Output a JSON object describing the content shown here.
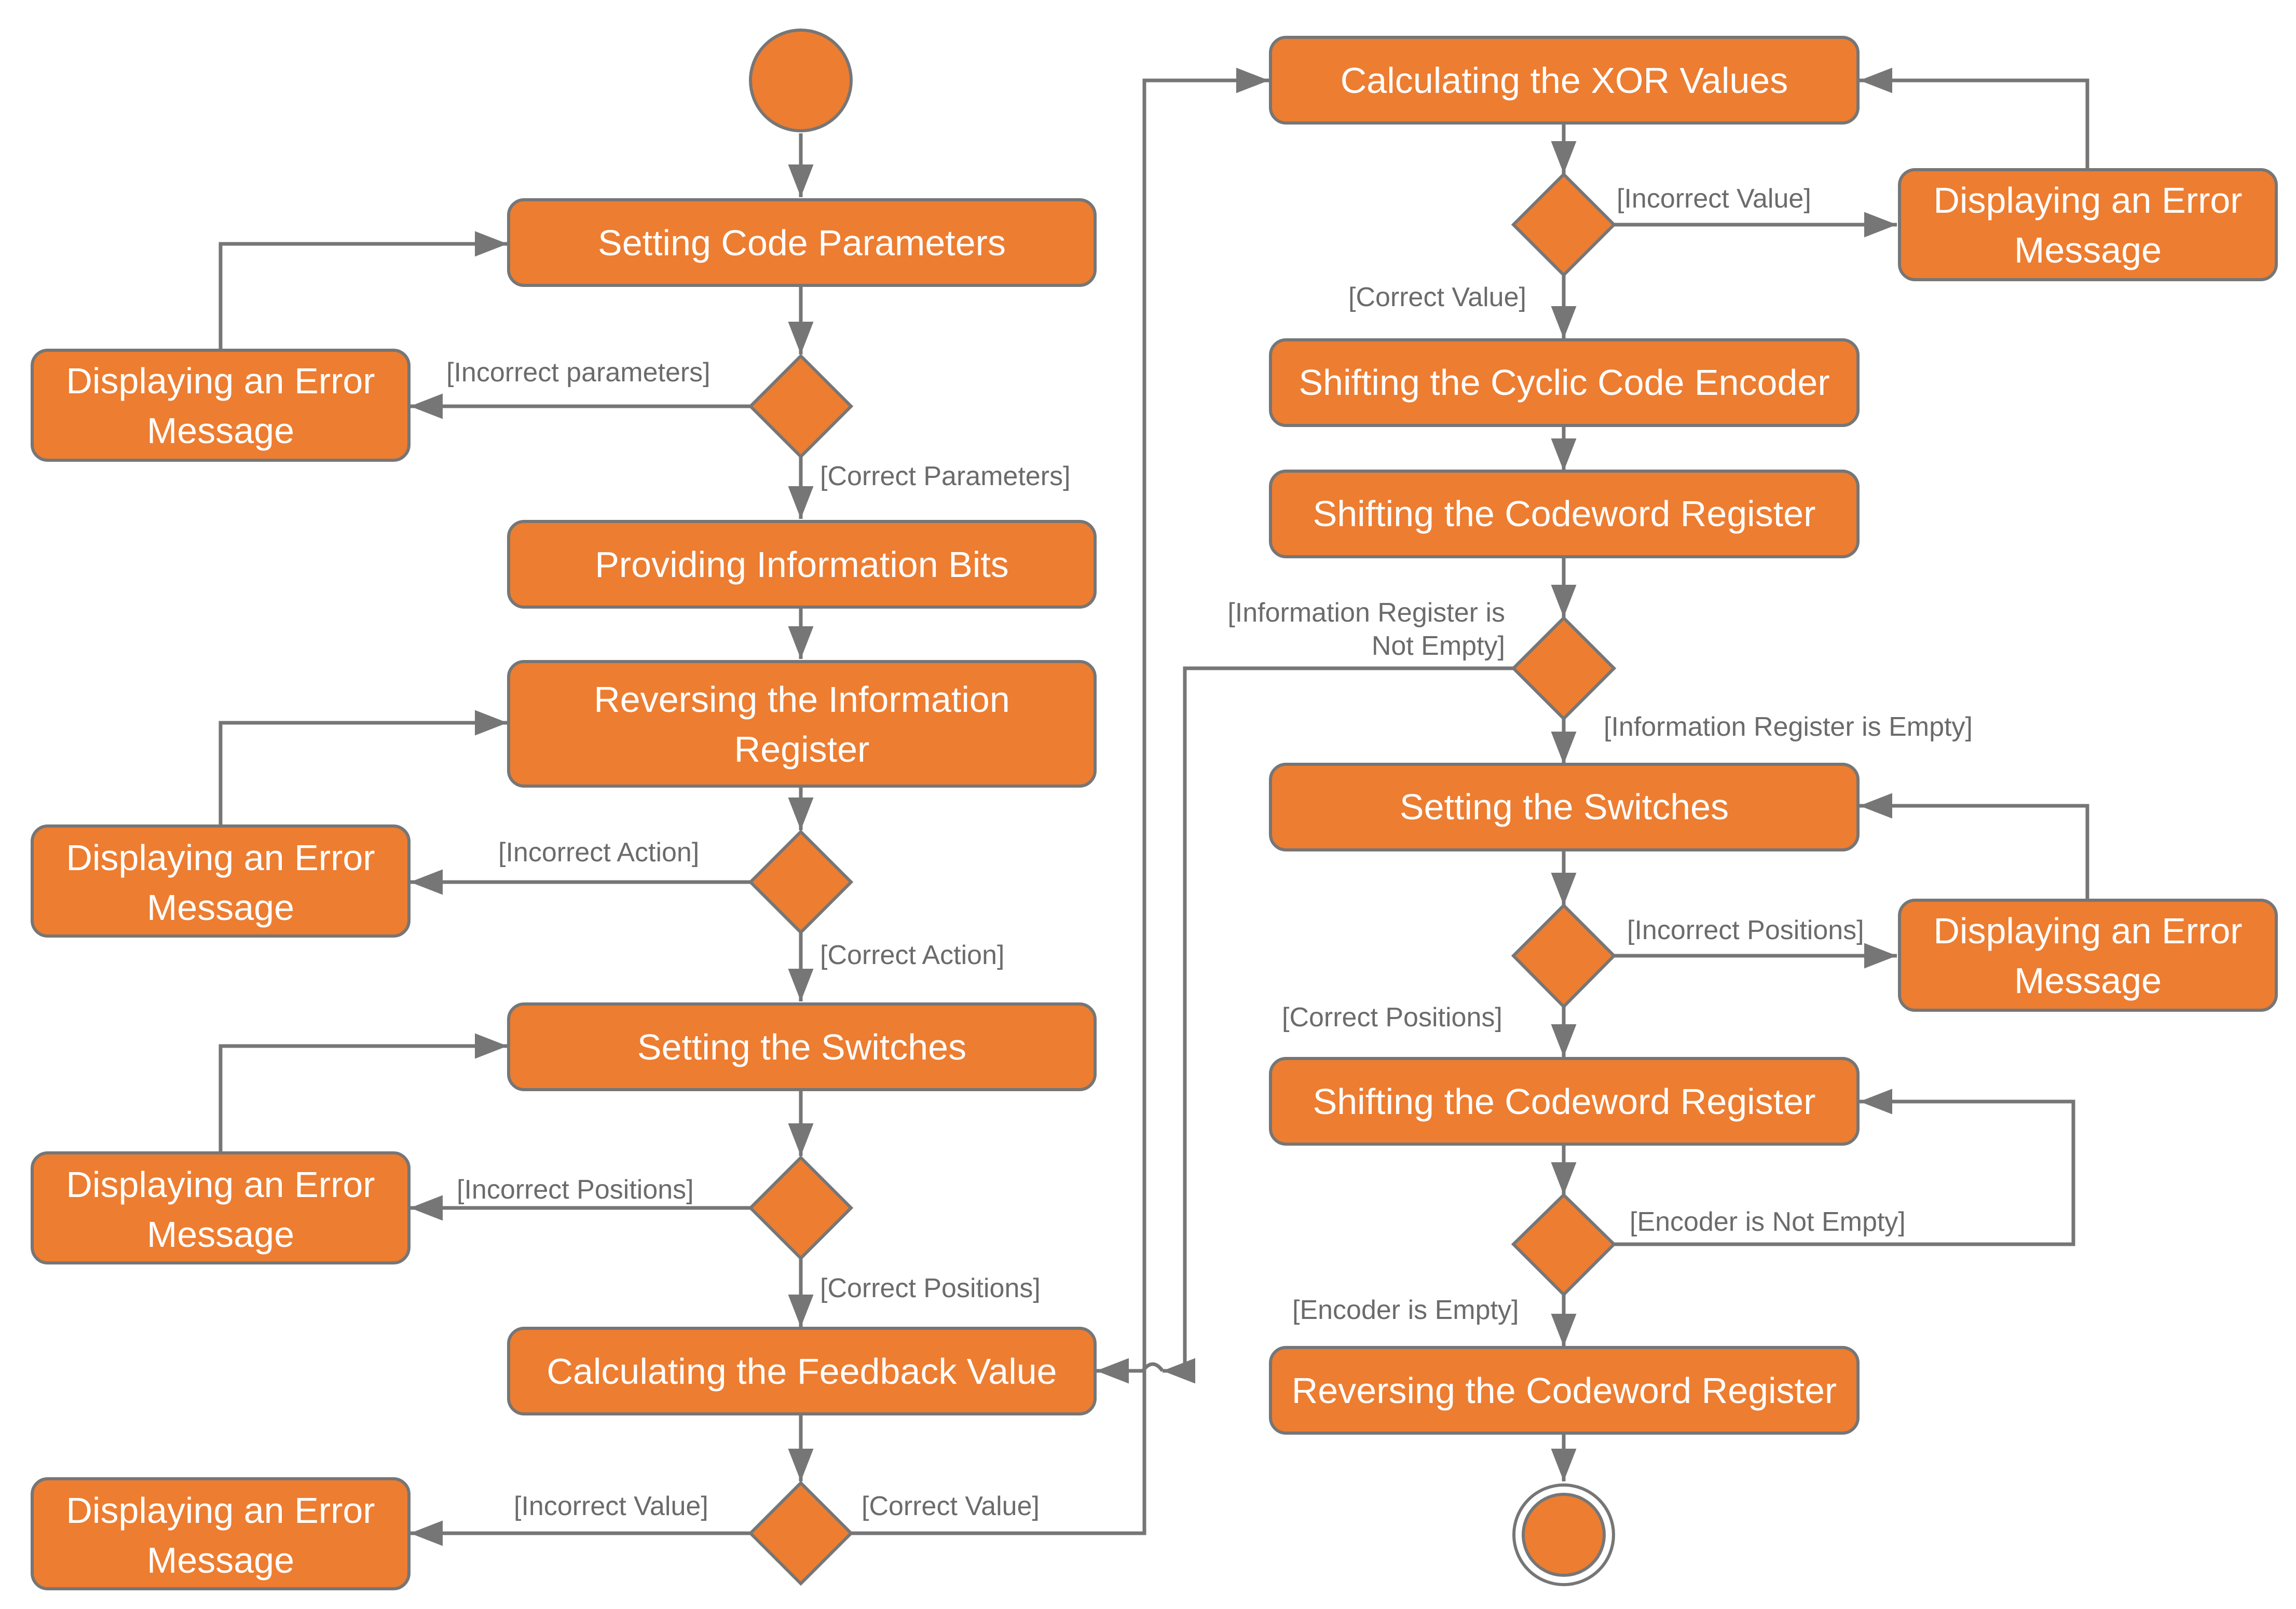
{
  "colors": {
    "node_fill": "#ed7d31",
    "stroke": "#767676",
    "guard_text": "#6b6b6b",
    "background": "#ffffff"
  },
  "nodes": {
    "setting_code_parameters": "Setting Code Parameters",
    "error_1": [
      "Displaying an Error",
      "Message"
    ],
    "providing_information_bits": "Providing Information Bits",
    "reversing_information_register": [
      "Reversing the Information",
      "Register"
    ],
    "error_2": [
      "Displaying an Error",
      "Message"
    ],
    "setting_switches_1": "Setting the Switches",
    "error_3": [
      "Displaying an Error",
      "Message"
    ],
    "calculating_feedback_value": "Calculating the Feedback Value",
    "error_4": [
      "Displaying an Error",
      "Message"
    ],
    "calculating_xor_values": "Calculating the XOR Values",
    "error_5": [
      "Displaying an Error",
      "Message"
    ],
    "shifting_cyclic_code_encoder": "Shifting the Cyclic Code Encoder",
    "shifting_codeword_register_1": "Shifting the Codeword Register",
    "setting_switches_2": "Setting the Switches",
    "error_6": [
      "Displaying an Error",
      "Message"
    ],
    "shifting_codeword_register_2": "Shifting the Codeword Register",
    "reversing_codeword_register": "Reversing the Codeword Register"
  },
  "guards": {
    "incorrect_parameters": "[Incorrect parameters]",
    "correct_parameters": "[Correct Parameters]",
    "incorrect_action": "[Incorrect Action]",
    "correct_action": "[Correct Action]",
    "incorrect_positions_1": "[Incorrect Positions]",
    "correct_positions_1": "[Correct Positions]",
    "incorrect_value_1": "[Incorrect Value]",
    "correct_value_1": "[Correct Value]",
    "incorrect_value_2": "[Incorrect Value]",
    "correct_value_2": "[Correct Value]",
    "info_not_empty": [
      "[Information Register is",
      "Not Empty]"
    ],
    "info_empty": "[Information Register is Empty]",
    "incorrect_positions_2": "[Incorrect Positions]",
    "correct_positions_2": "[Correct Positions]",
    "encoder_not_empty": "[Encoder is Not Empty]",
    "encoder_empty": "[Encoder is Empty]"
  }
}
